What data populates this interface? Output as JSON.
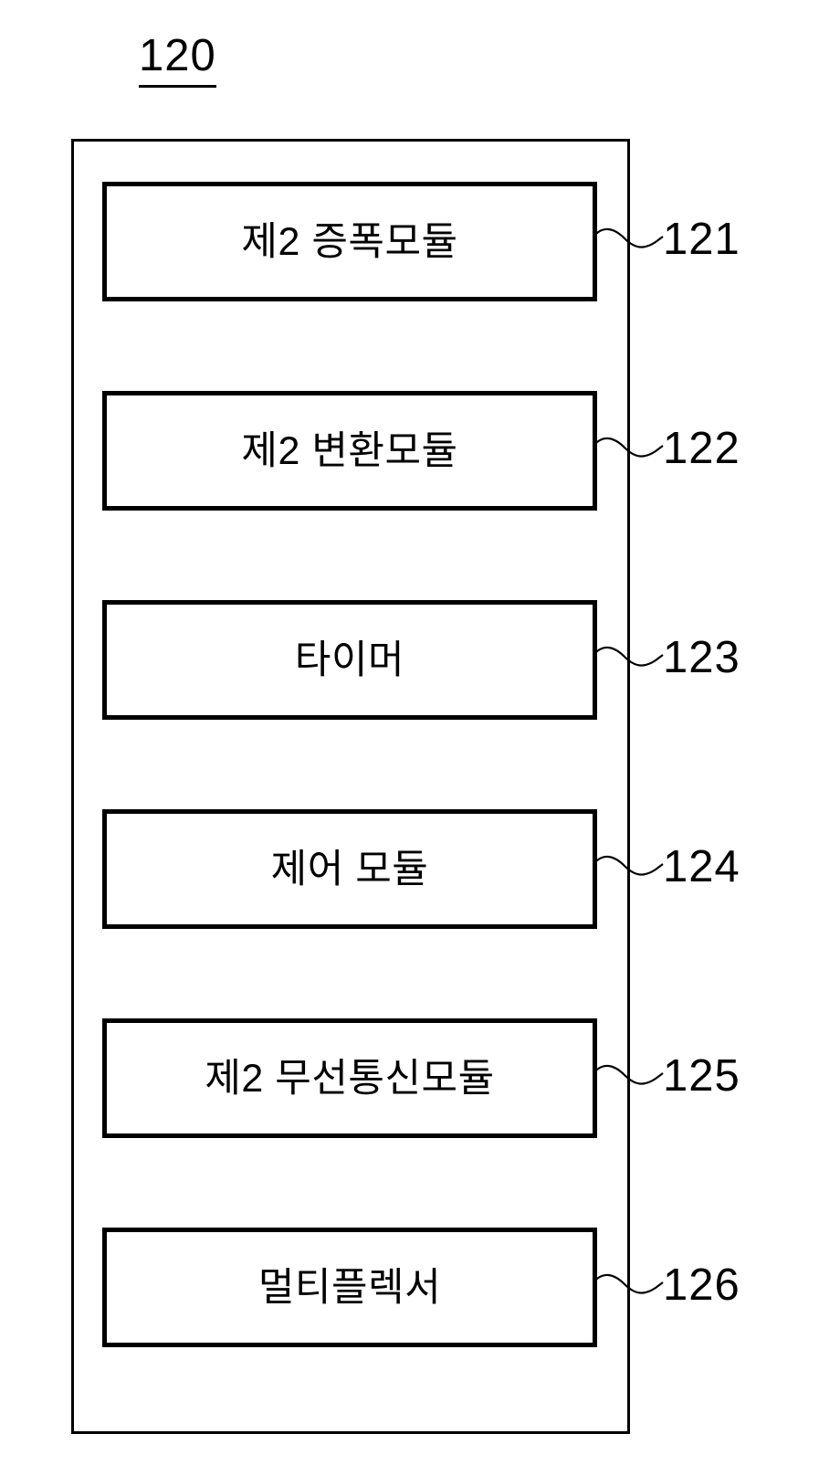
{
  "figure": {
    "number": "120",
    "type": "patent-block-diagram",
    "background_color": "#ffffff",
    "line_color": "#000000"
  },
  "modules": [
    {
      "label": "제2 증폭모듈",
      "ref": "121"
    },
    {
      "label": "제2 변환모듈",
      "ref": "122"
    },
    {
      "label": "타이머",
      "ref": "123"
    },
    {
      "label": "제어 모듈",
      "ref": "124"
    },
    {
      "label": "제2 무선통신모듈",
      "ref": "125"
    },
    {
      "label": "멀티플렉서",
      "ref": "126"
    }
  ]
}
